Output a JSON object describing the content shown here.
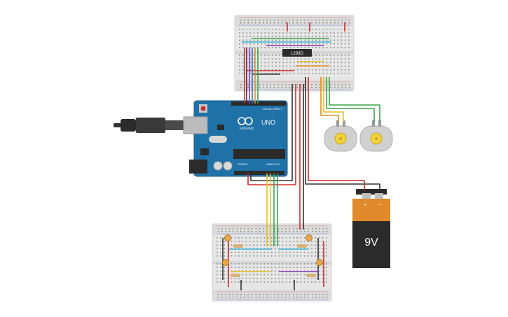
{
  "circuit": {
    "board": {
      "logo_text": "ARDUINO",
      "model_text": "UNO",
      "digital_header": "DIGITAL (PWM~)",
      "power_header": "POWER",
      "analog_header": "ANALOG IN"
    },
    "driver_chip": {
      "label": "L293D"
    },
    "battery": {
      "label": "9V",
      "plus": "+",
      "minus": "−"
    }
  },
  "colors": {
    "board_blue": "#1f72a8",
    "breadboard": "#e8e8e8",
    "battery_orange": "#e08a2c",
    "battery_black": "#2b2b2b",
    "wire_red": "#d32b2b",
    "wire_black": "#333333",
    "wire_green": "#3aa64a",
    "wire_yellow": "#e6c21a",
    "wire_orange": "#e88a1c",
    "wire_purple": "#8a3ab8",
    "wire_blue": "#2a6fd6",
    "wire_cyan": "#38b6d8",
    "motor_body": "#d0d0d0",
    "motor_hub": "#f1d23a"
  }
}
